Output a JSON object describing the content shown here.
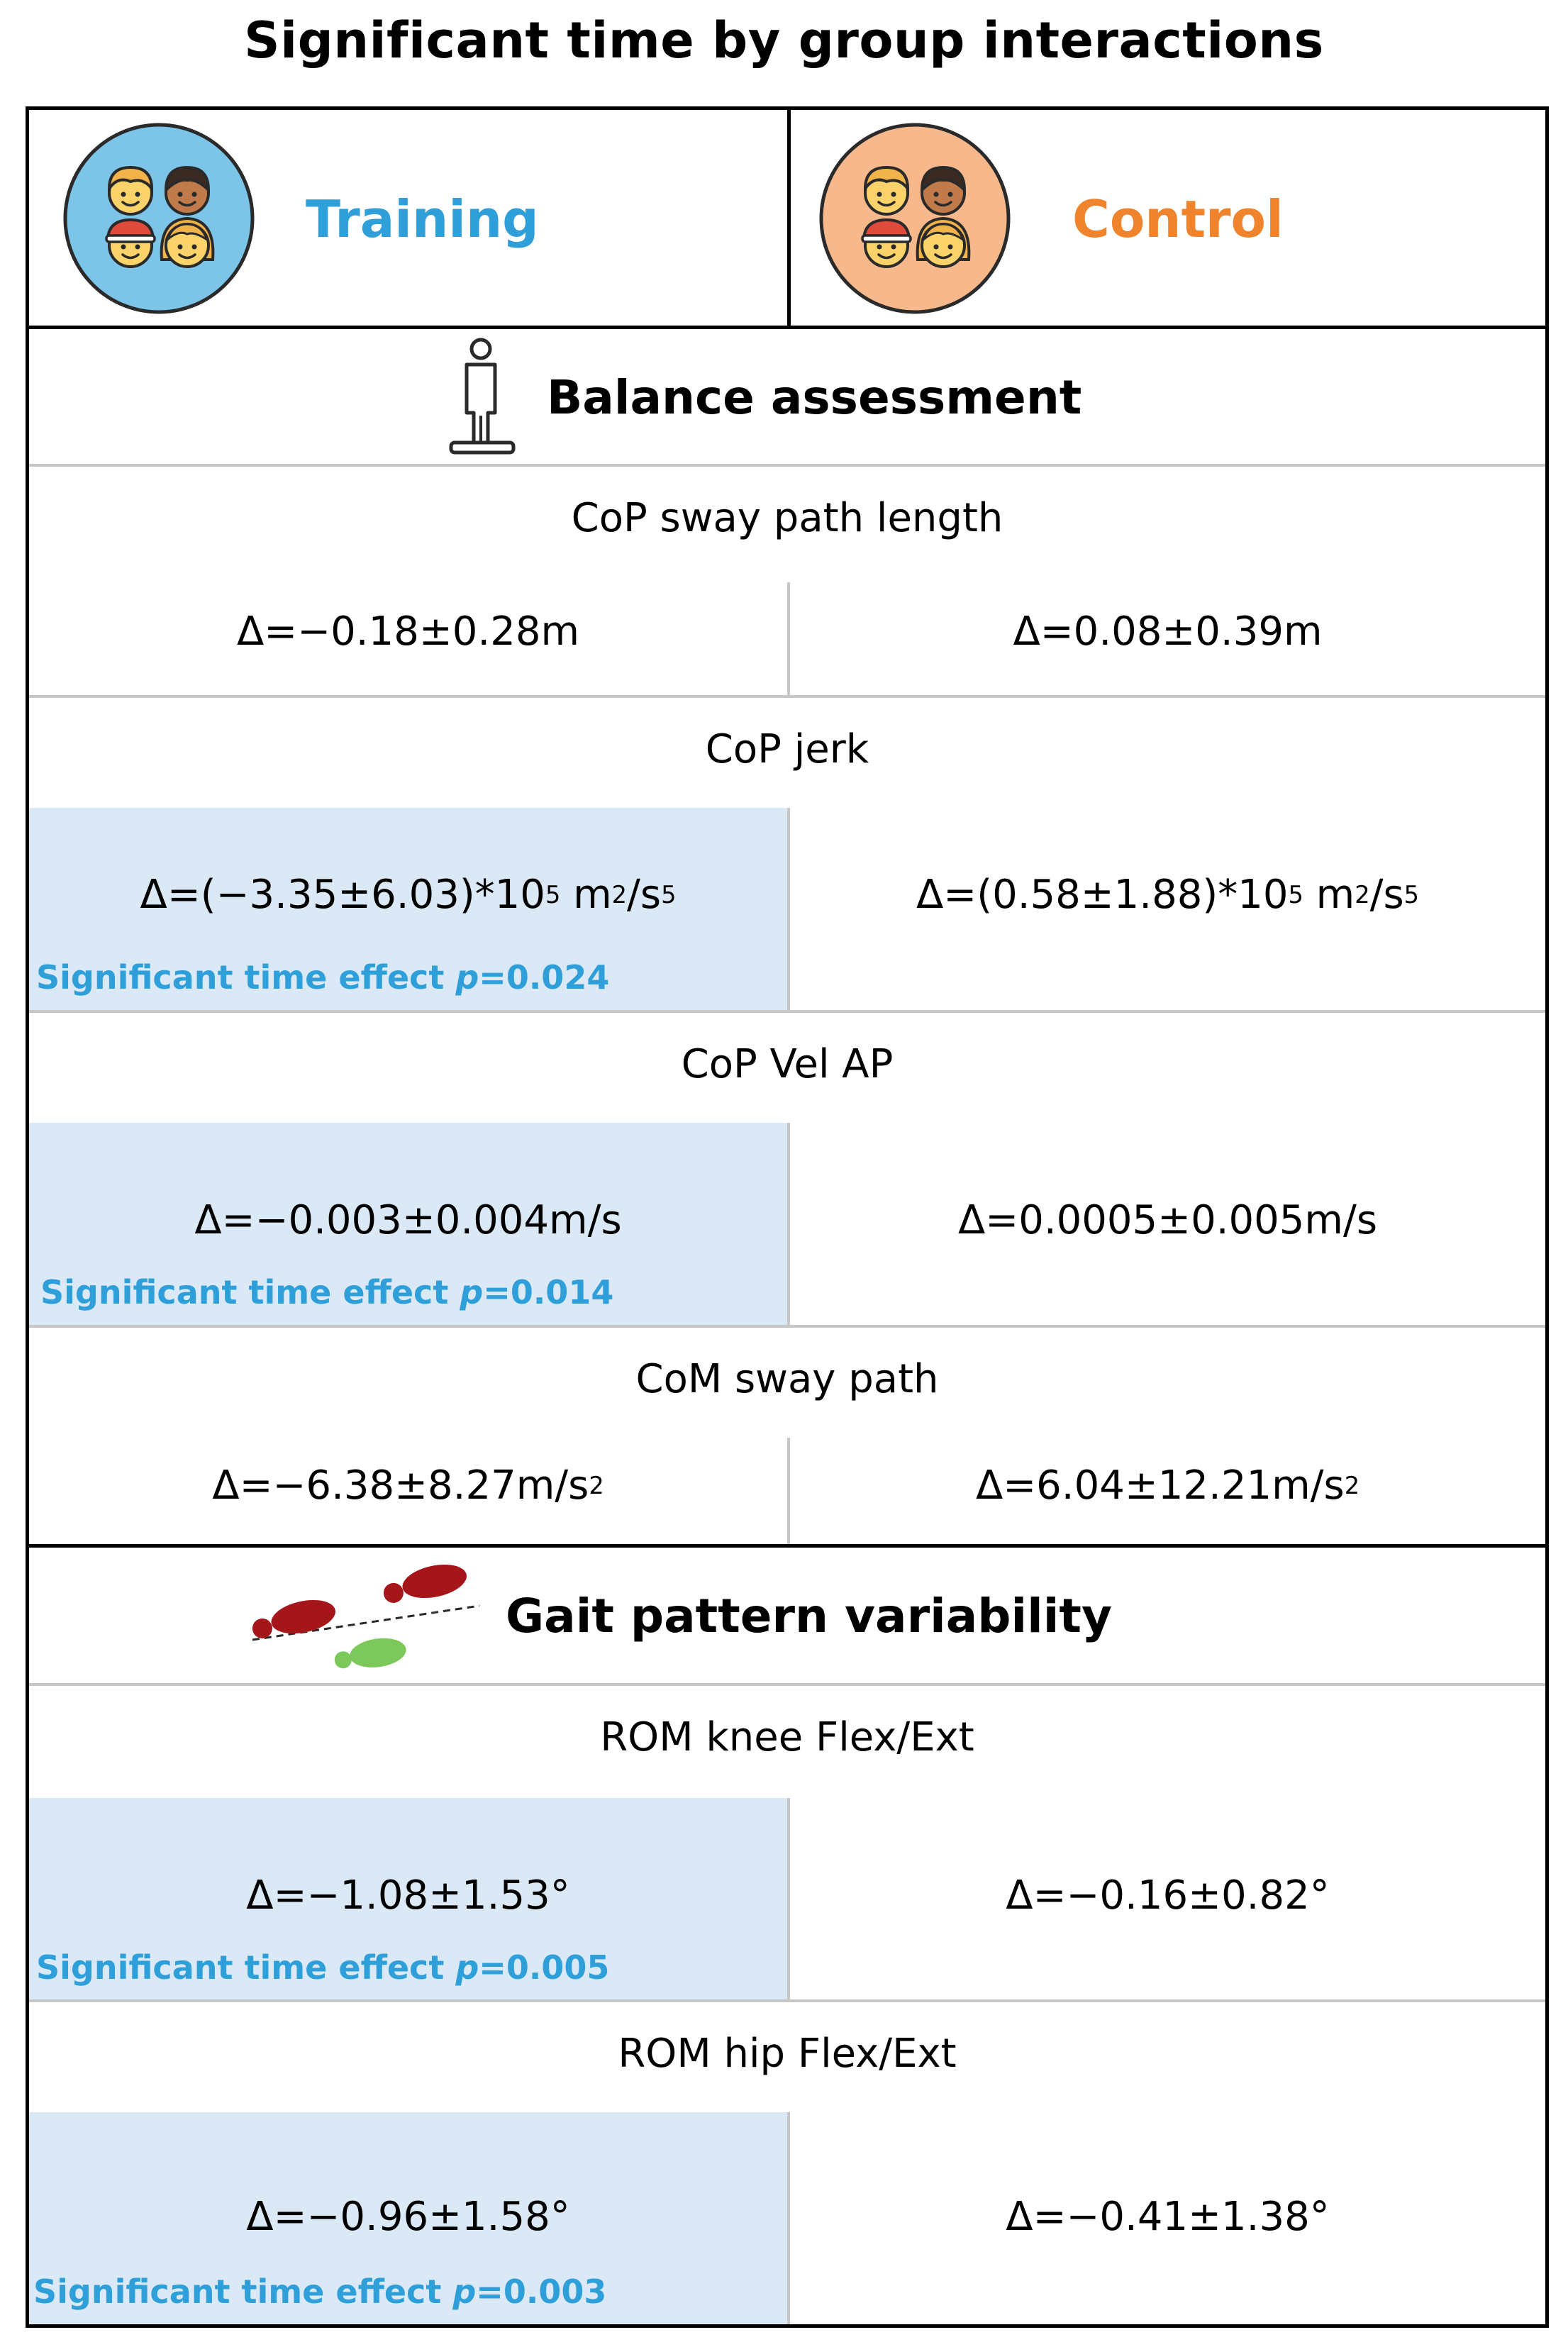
{
  "title": "Significant time by group interactions",
  "groups": {
    "training": {
      "label": "Training",
      "color": "#2e9fd9",
      "icon": "children-group-icon",
      "circle_fill": "#7cc4e8"
    },
    "control": {
      "label": "Control",
      "color": "#f0842c",
      "icon": "children-group-icon",
      "circle_fill": "#f7b98b"
    }
  },
  "significance_color": "#2e9fd9",
  "highlight_fill": "#dbe9f6",
  "sections": [
    {
      "title": "Balance assessment",
      "icon": "person-on-balance-platform-icon",
      "metrics": [
        {
          "name": "CoP sway path length",
          "training": {
            "base": "Δ=−0.18±0.28m",
            "sup": "",
            "tail": ""
          },
          "control": {
            "base": "Δ=0.08±0.39m",
            "sup": "",
            "tail": ""
          },
          "significance": null
        },
        {
          "name": "CoP jerk",
          "training": {
            "base": "Δ=(−3.35±6.03)*10",
            "sup": "5",
            "tail": " m",
            "sup2": "2",
            "tail2": "/s",
            "sup3": "5"
          },
          "control": {
            "base": "Δ=(0.58±1.88)*10",
            "sup": "5",
            "tail": " m",
            "sup2": "2",
            "tail2": "/s",
            "sup3": "5"
          },
          "significance": {
            "label": "Significant time effect",
            "p_symbol": "p",
            "p_value": "=0.024"
          }
        },
        {
          "name": "CoP Vel AP",
          "training": {
            "base": "Δ=−0.003±0.004m/s",
            "sup": "",
            "tail": ""
          },
          "control": {
            "base": "Δ=0.0005±0.005m/s",
            "sup": "",
            "tail": ""
          },
          "significance": {
            "label": "Significant time effect",
            "p_symbol": "p",
            "p_value": "=0.014"
          }
        },
        {
          "name": "CoM sway path",
          "training": {
            "base": "Δ=−6.38±8.27m/s",
            "sup": "2",
            "tail": ""
          },
          "control": {
            "base": "Δ=6.04±12.21m/s",
            "sup": "2",
            "tail": ""
          },
          "significance": null
        }
      ]
    },
    {
      "title": "Gait pattern variability",
      "icon": "footprints-icon",
      "metrics": [
        {
          "name": "ROM knee Flex/Ext",
          "training": {
            "base": "Δ=−1.08±1.53°",
            "sup": "",
            "tail": ""
          },
          "control": {
            "base": "Δ=−0.16±0.82°",
            "sup": "",
            "tail": ""
          },
          "significance": {
            "label": "Significant time effect",
            "p_symbol": "p",
            "p_value": "=0.005"
          }
        },
        {
          "name": "ROM hip Flex/Ext",
          "training": {
            "base": "Δ=−0.96±1.58°",
            "sup": "",
            "tail": ""
          },
          "control": {
            "base": "Δ=−0.41±1.38°",
            "sup": "",
            "tail": ""
          },
          "significance": {
            "label": "Significant time effect",
            "p_symbol": "p",
            "p_value": "=0.003"
          }
        }
      ]
    }
  ]
}
